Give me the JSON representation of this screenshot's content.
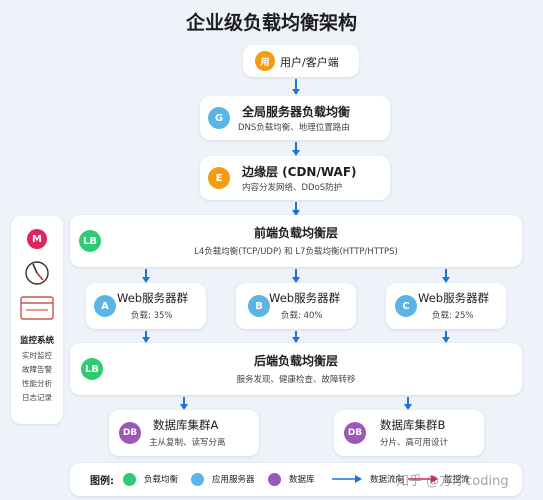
{
  "title": "企业级负载均衡架构",
  "colors": {
    "orange": "#f39c12",
    "blue": "#5ab4e5",
    "green": "#2ecc71",
    "purple": "#9b59b6",
    "red": "#e0245e",
    "arrow": "#1e73d8"
  },
  "nodes": {
    "client": {
      "badge": "用",
      "label": "用户/客户端"
    },
    "gslb": {
      "badge": "G",
      "label": "全局服务器负载均衡",
      "sub": "DNS负载均衡、地理位置路由"
    },
    "edge": {
      "badge": "E",
      "label": "边缘层 (CDN/WAF)",
      "sub": "内容分发网络、DDoS防护"
    },
    "frontend_lb": {
      "badge": "LB",
      "label": "前端负载均衡层",
      "sub": "L4负载均衡(TCP/UDP) 和 L7负载均衡(HTTP/HTTPS)"
    },
    "web_a": {
      "badge": "A",
      "label": "Web服务器群",
      "sub": "负载: 35%"
    },
    "web_b": {
      "badge": "B",
      "label": "Web服务器群",
      "sub": "负载: 40%"
    },
    "web_c": {
      "badge": "C",
      "label": "Web服务器群",
      "sub": "负载: 25%"
    },
    "backend_lb": {
      "badge": "LB",
      "label": "后端负载均衡层",
      "sub": "服务发现、健康检查、故障转移"
    },
    "db_a": {
      "badge": "DB",
      "label": "数据库集群A",
      "sub": "主从复制、读写分离"
    },
    "db_b": {
      "badge": "DB",
      "label": "数据库集群B",
      "sub": "分片、高可用设计"
    }
  },
  "monitor": {
    "badge": "M",
    "title": "监控系统",
    "items": [
      "实时监控",
      "故障告警",
      "性能分析",
      "日志记录"
    ]
  },
  "legend": {
    "title": "图例:",
    "items": [
      "负载均衡",
      "应用服务器",
      "数据库",
      "数据流向",
      "监控流"
    ]
  },
  "watermark": "知乎 @方才coding"
}
